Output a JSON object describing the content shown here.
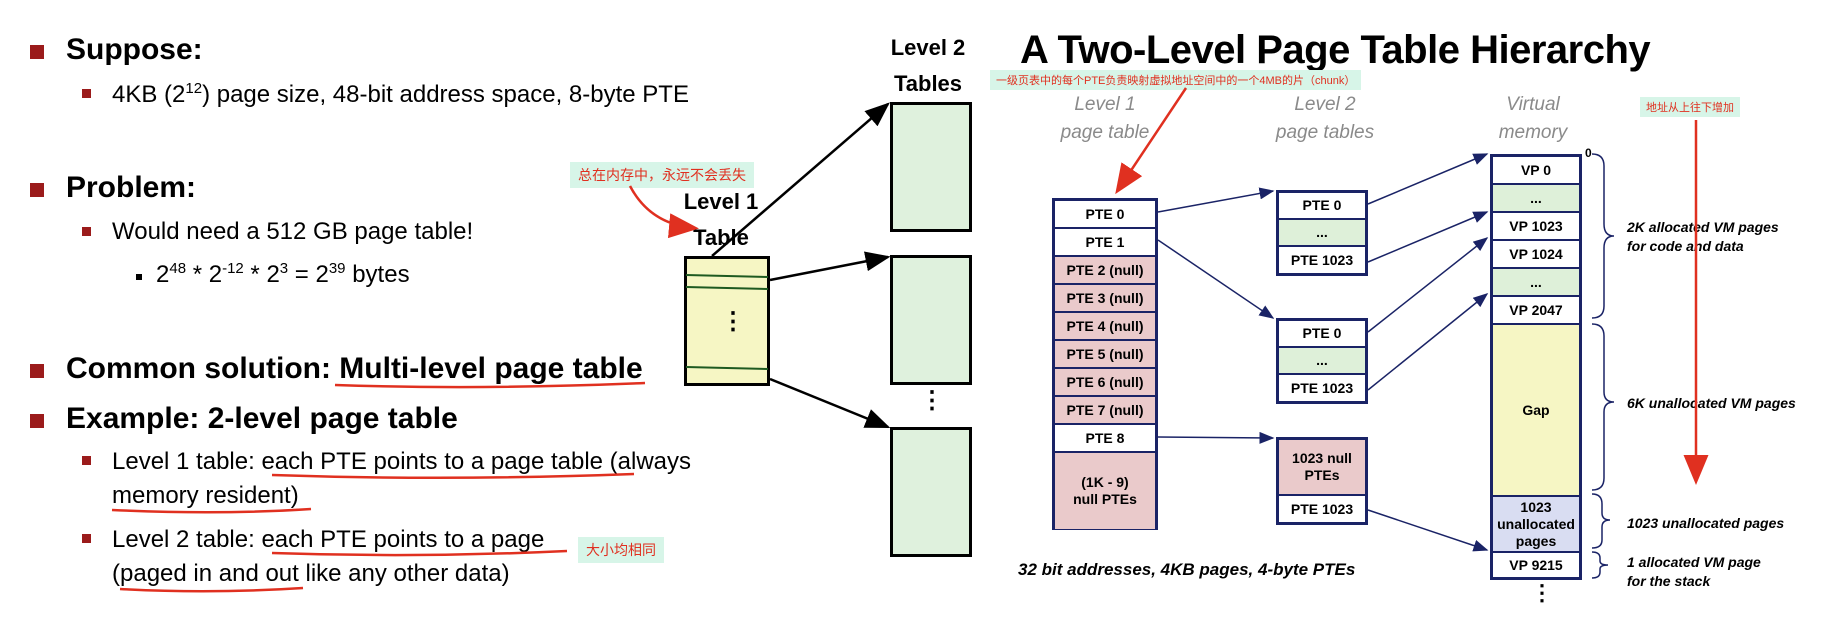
{
  "left": {
    "suppose": "Suppose:",
    "suppose_detail": "4KB (2^12) page size, 48-bit address space, 8-byte PTE",
    "problem": "Problem:",
    "problem_detail": "Would need a 512 GB page table!",
    "formula": "2^48 * 2^-12 * 2^3 = 2^39 bytes",
    "common": "Common solution: Multi-level page table",
    "example": "Example: 2-level page table",
    "level1_desc_a": "Level 1 table: each PTE points to a page table (always",
    "level1_desc_b": "memory resident)",
    "level2_desc_a": "Level 2 table: each PTE points to a page",
    "level2_desc_b": "(paged in and out like any other data)",
    "note_resident": "总在内存中，永远不会丢失",
    "note_same_size": "大小均相同",
    "level1_label": "Level 1",
    "level1_label2": "Table",
    "level2_label": "Level 2",
    "level2_label2": "Tables",
    "ellipsis": "⋮"
  },
  "right": {
    "title": "A Two-Level Page Table Hierarchy",
    "note_chunk": "一级页表中的每个PTE负责映射虚拟地址空间中的一个4MB的片（chunk）",
    "note_addr": "地址从上往下增加",
    "hdr_l1": [
      "Level 1",
      "page table"
    ],
    "hdr_l2": [
      "Level 2",
      "page tables"
    ],
    "hdr_vm": [
      "Virtual",
      "memory"
    ],
    "l1_cells": [
      "PTE 0",
      "PTE 1",
      "PTE 2 (null)",
      "PTE 3 (null)",
      "PTE 4 (null)",
      "PTE 5 (null)",
      "PTE 6 (null)",
      "PTE 7 (null)",
      "PTE 8",
      "(1K - 9) null PTEs"
    ],
    "l2a_cells": [
      "PTE 0",
      "...",
      "PTE 1023"
    ],
    "l2b_cells": [
      "PTE 0",
      "...",
      "PTE 1023"
    ],
    "l2c_cells": [
      "1023 null PTEs",
      "PTE 1023"
    ],
    "vm_cells": [
      "VP 0",
      "...",
      "VP 1023",
      "VP 1024",
      "...",
      "VP 2047",
      "Gap",
      "1023 unallocated pages",
      "VP 9215"
    ],
    "vm_zero": "0",
    "vm_dots": "⋮",
    "ann_1": [
      "2K allocated VM pages",
      "for code and data"
    ],
    "ann_2": "6K unallocated VM pages",
    "ann_3": "1023 unallocated  pages",
    "ann_4": [
      "1 allocated VM page",
      "for the stack"
    ],
    "caption": "32 bit addresses, 4KB pages, 4-byte PTEs"
  },
  "colors": {
    "bullet": "#9b1b1b",
    "frame": "#1a2366",
    "red": "#e03020",
    "note_bg": "#d7f5e8"
  }
}
